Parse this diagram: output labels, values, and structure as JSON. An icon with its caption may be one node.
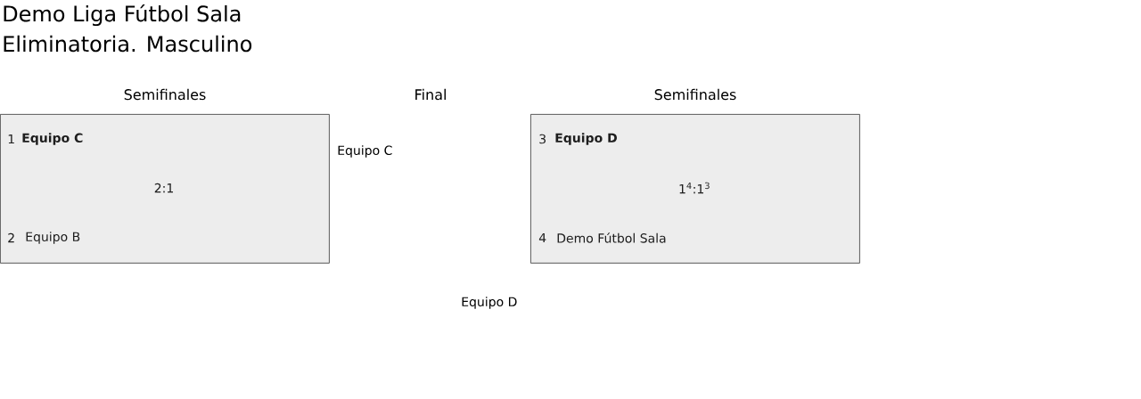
{
  "diagram": {
    "title": "Demo Liga Fútbol Sala",
    "nodes": [
      {
        "text": [
          "1",
          "Equipo C",
          "2:1",
          "2",
          "Equipo B"
        ]
      },
      {
        "text": [
          "3",
          "Equipo D",
          "1$^{4}$:1$^{3}$",
          "4",
          "Demo Fútbol Sala"
        ]
      }
    ],
    "labels": [
      "Eliminatoria. Masculino",
      "Semifinales",
      "Final",
      "Semifinales",
      "Equipo C",
      "Equipo D"
    ]
  }
}
